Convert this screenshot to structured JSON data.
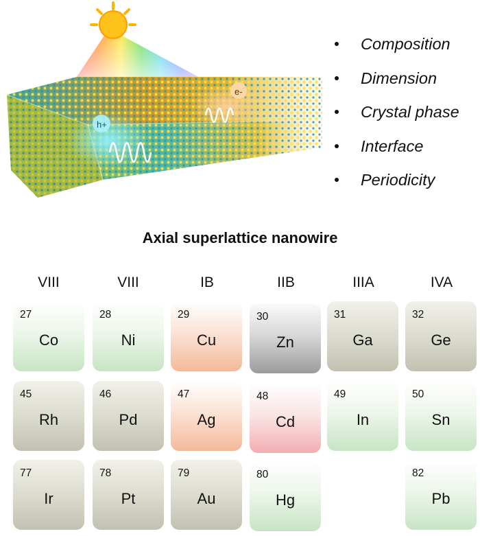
{
  "illustration": {
    "hole_label": "h+",
    "electron_label": "e-"
  },
  "features": [
    "Composition",
    "Dimension",
    "Crystal phase",
    "Interface",
    "Periodicity"
  ],
  "table_title": "Axial superlattice nanowire",
  "groups": [
    "VIII",
    "VIII",
    "IB",
    "IIB",
    "IIIA",
    "IVA"
  ],
  "elements": [
    {
      "number": "27",
      "symbol": "Co",
      "color": "green"
    },
    {
      "number": "28",
      "symbol": "Ni",
      "color": "green"
    },
    {
      "number": "29",
      "symbol": "Cu",
      "color": "orange"
    },
    {
      "number": "30",
      "symbol": "Zn",
      "color": "dark"
    },
    {
      "number": "31",
      "symbol": "Ga",
      "color": "gray"
    },
    {
      "number": "32",
      "symbol": "Ge",
      "color": "gray"
    },
    {
      "number": "45",
      "symbol": "Rh",
      "color": "gray"
    },
    {
      "number": "46",
      "symbol": "Pd",
      "color": "gray"
    },
    {
      "number": "47",
      "symbol": "Ag",
      "color": "orange"
    },
    {
      "number": "48",
      "symbol": "Cd",
      "color": "pink"
    },
    {
      "number": "49",
      "symbol": "In",
      "color": "green"
    },
    {
      "number": "50",
      "symbol": "Sn",
      "color": "green"
    },
    {
      "number": "77",
      "symbol": "Ir",
      "color": "gray"
    },
    {
      "number": "78",
      "symbol": "Pt",
      "color": "gray"
    },
    {
      "number": "79",
      "symbol": "Au",
      "color": "gray"
    },
    {
      "number": "80",
      "symbol": "Hg",
      "color": "green"
    },
    {
      "number": "82",
      "symbol": "Pb",
      "color": "green"
    }
  ]
}
